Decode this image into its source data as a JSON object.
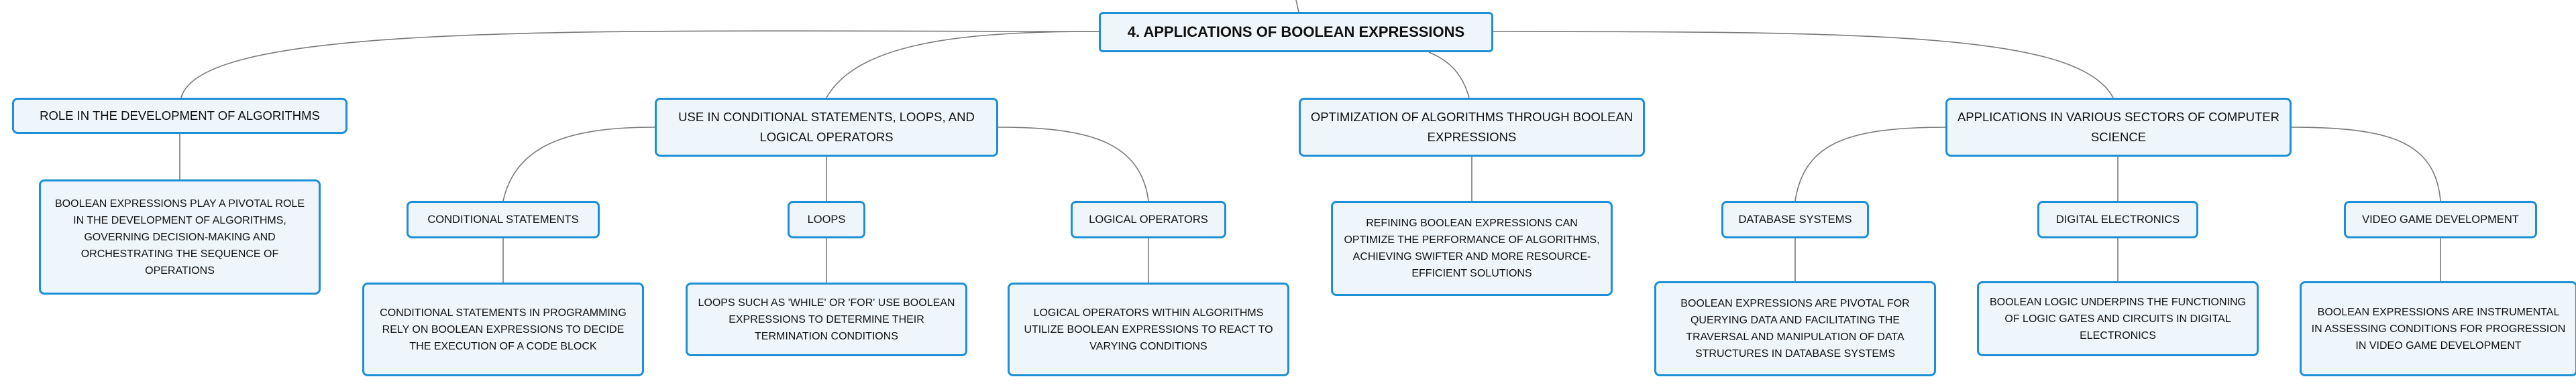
{
  "central": {
    "title": "4. APPLICATIONS OF BOOLEAN EXPRESSIONS"
  },
  "branches": [
    {
      "title": "ROLE IN THE DEVELOPMENT OF ALGORITHMS",
      "detail": "BOOLEAN EXPRESSIONS PLAY A PIVOTAL ROLE IN THE DEVELOPMENT OF ALGORITHMS, GOVERNING DECISION-MAKING AND ORCHESTRATING THE SEQUENCE OF OPERATIONS"
    },
    {
      "title": "USE IN CONDITIONAL STATEMENTS, LOOPS, AND LOGICAL OPERATORS",
      "children": [
        {
          "title": "CONDITIONAL STATEMENTS",
          "detail": "CONDITIONAL STATEMENTS IN PROGRAMMING RELY ON BOOLEAN EXPRESSIONS TO DECIDE THE EXECUTION OF A CODE BLOCK"
        },
        {
          "title": "LOOPS",
          "detail": "LOOPS SUCH AS 'WHILE' OR 'FOR' USE BOOLEAN EXPRESSIONS TO DETERMINE THEIR TERMINATION CONDITIONS"
        },
        {
          "title": "LOGICAL OPERATORS",
          "detail": "LOGICAL OPERATORS WITHIN ALGORITHMS UTILIZE BOOLEAN EXPRESSIONS TO REACT TO VARYING CONDITIONS"
        }
      ]
    },
    {
      "title": "OPTIMIZATION OF ALGORITHMS THROUGH BOOLEAN EXPRESSIONS",
      "detail": "REFINING BOOLEAN EXPRESSIONS CAN OPTIMIZE THE PERFORMANCE OF ALGORITHMS, ACHIEVING SWIFTER AND MORE RESOURCE-EFFICIENT SOLUTIONS"
    },
    {
      "title": "APPLICATIONS IN VARIOUS SECTORS OF COMPUTER SCIENCE",
      "children": [
        {
          "title": "DATABASE SYSTEMS",
          "detail": "BOOLEAN EXPRESSIONS ARE PIVOTAL FOR QUERYING DATA AND FACILITATING THE TRAVERSAL AND MANIPULATION OF DATA STRUCTURES IN DATABASE SYSTEMS"
        },
        {
          "title": "DIGITAL ELECTRONICS",
          "detail": "BOOLEAN LOGIC UNDERPINS THE FUNCTIONING OF LOGIC GATES AND CIRCUITS IN DIGITAL ELECTRONICS"
        },
        {
          "title": "VIDEO GAME DEVELOPMENT",
          "detail": "BOOLEAN EXPRESSIONS ARE INSTRUMENTAL IN ASSESSING CONDITIONS FOR PROGRESSION IN VIDEO GAME DEVELOPMENT"
        }
      ]
    }
  ],
  "colors": {
    "border": "#1d8fd6",
    "fill": "#eef6fc",
    "connector": "#7a7a7a"
  }
}
